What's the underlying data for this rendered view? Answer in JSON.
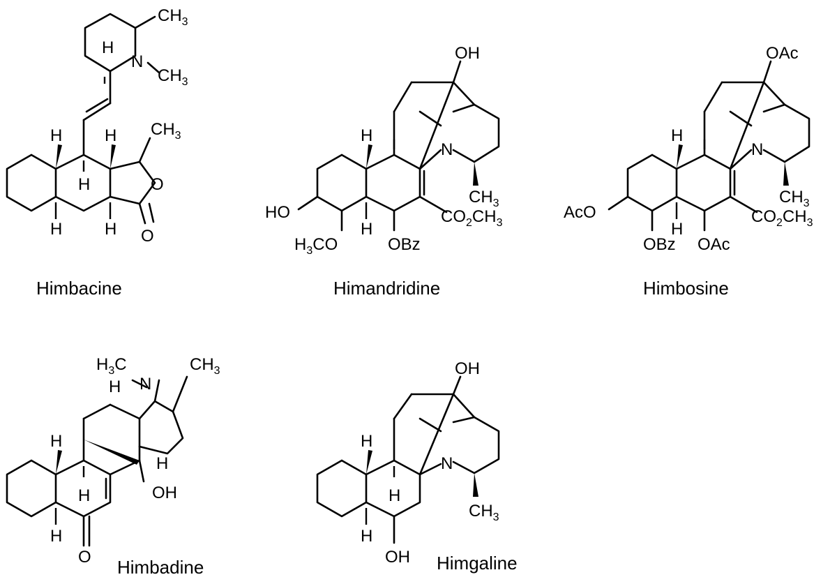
{
  "compounds": [
    {
      "name": "Himbacine"
    },
    {
      "name": "Himandridine"
    },
    {
      "name": "Himbosine"
    },
    {
      "name": "Himbadine"
    },
    {
      "name": "Himgaline"
    }
  ],
  "labels": {
    "h": "H",
    "n": "N",
    "o": "O",
    "c": "C",
    "oh": "OH",
    "ho": "HO",
    "ch": "CH",
    "three": "3",
    "two": "2",
    "co": "CO",
    "obz": "OBz",
    "oac": "OAc",
    "aco": "AcO",
    "h3c_o": "CO",
    "h3c": "H",
    "h3c_c": "C"
  }
}
